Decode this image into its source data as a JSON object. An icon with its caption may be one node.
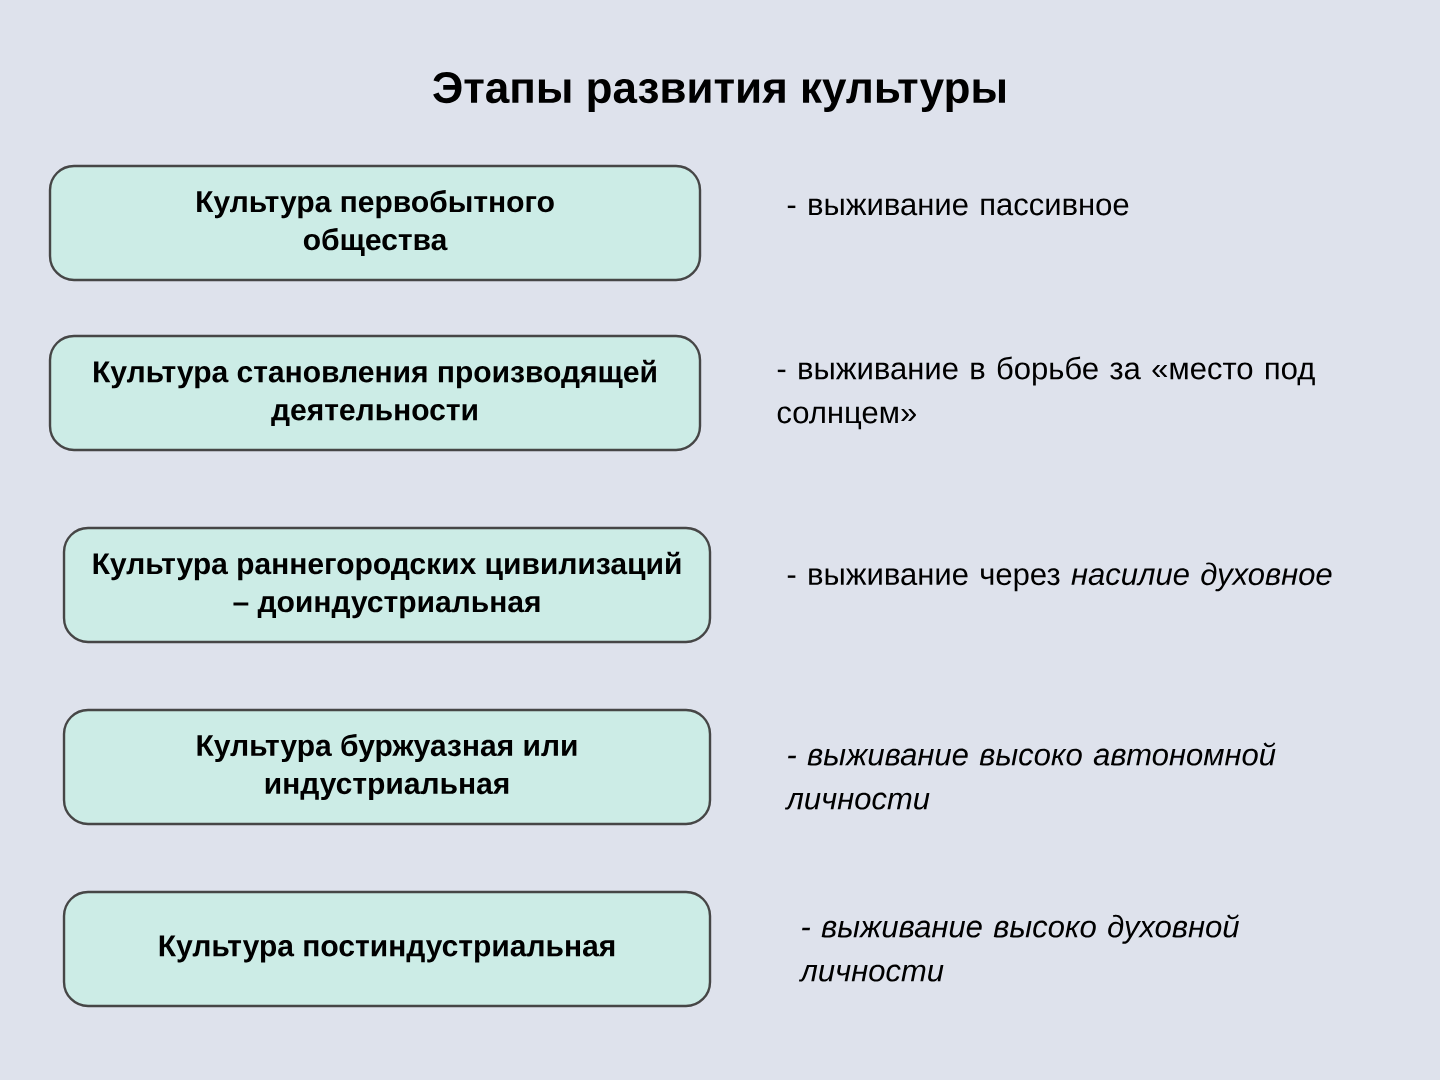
{
  "diagram": {
    "title": "Этапы развития культуры",
    "nodes": [
      {
        "text": [
          "Культура первобытного общества"
        ],
        "beside": [
          "- выживание пассивное"
        ]
      },
      {
        "text": [
          "Культура становления производящей деятельности"
        ],
        "beside": [
          "- выживание в борьбе за «место под солнцем»"
        ]
      },
      {
        "text": [
          "Культура раннегородских цивилизаций – доиндустриальная"
        ],
        "beside": [
          "- выживание через *насилие духовное*"
        ]
      },
      {
        "text": [
          "Культура буржуазная или индустриальная"
        ],
        "beside": [
          "- выживание высоко автономной личности"
        ]
      },
      {
        "text": [
          "Культура постиндустриальная"
        ],
        "beside": [
          "- выживание высоко духовной личности"
        ]
      }
    ]
  }
}
